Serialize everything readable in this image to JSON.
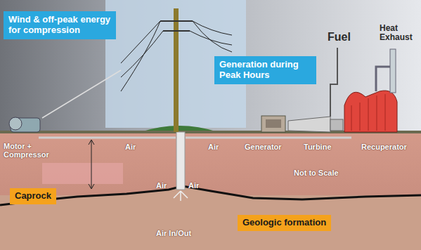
{
  "diagram": {
    "nodes": [
      {
        "text": [
          "Wind & off-peak energy for compression"
        ]
      },
      {
        "text": [
          "Generation during Peak Hours"
        ]
      },
      {
        "text": [
          "Caprock"
        ]
      },
      {
        "text": [
          "Geologic formation"
        ]
      }
    ],
    "labels": [
      "Fuel",
      "Heat Exhaust",
      "Motor + Compressor",
      "Air",
      "Air",
      "Generator",
      "Turbine",
      "Recuperator",
      "Not to Scale",
      "Air",
      "Air",
      "Air In/Out"
    ]
  }
}
